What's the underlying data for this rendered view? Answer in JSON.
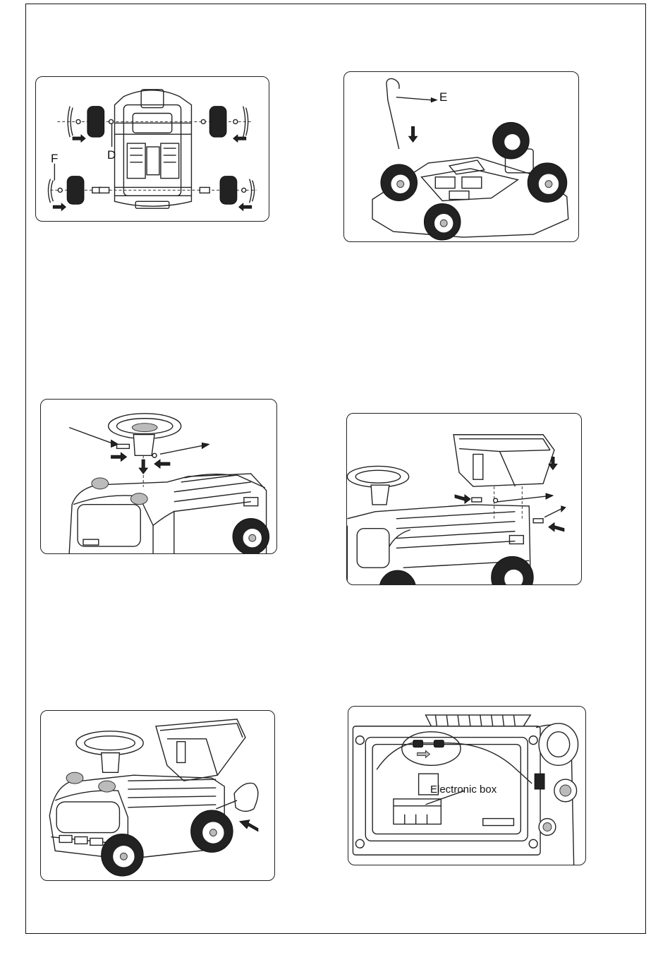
{
  "labels": {
    "step1_d": "D",
    "step1_f": "F",
    "step2_e": "E",
    "step6_box": "Electronic box"
  }
}
